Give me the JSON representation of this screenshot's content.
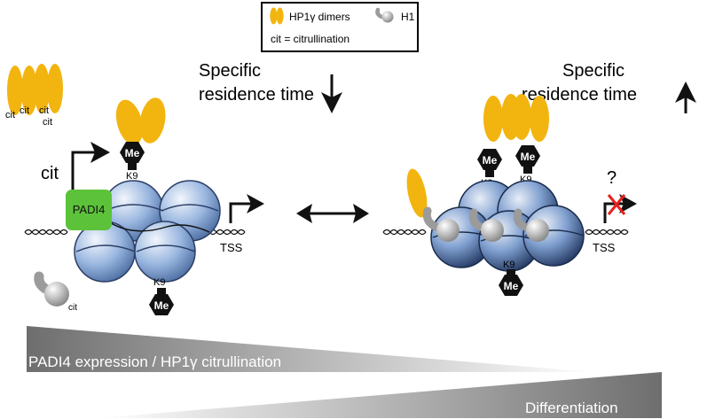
{
  "legend": {
    "hp1_label": "HP1γ dimers",
    "h1_label": "H1",
    "cit_label": "cit = citrullination"
  },
  "left": {
    "residence_line1": "Specific",
    "residence_line2": "residence time",
    "residence_trend": "down",
    "cit_free": "cit",
    "cit_near_arrow": "cit",
    "padi4": "PADI4",
    "me": "Me",
    "k9": "K9",
    "tss": "TSS",
    "h1_cit": "cit"
  },
  "right": {
    "residence_line1": "Specific",
    "residence_line2": "residence time",
    "residence_trend": "up",
    "me": "Me",
    "k9": "K9",
    "question": "?",
    "tss": "TSS"
  },
  "gradients": {
    "top_label": "PADI4 expression / HP1γ  citrullination",
    "bottom_label": "Differentiation"
  },
  "colors": {
    "hp1": "#f2b40f",
    "padi4": "#5cc23a",
    "nucleosome": "#8fb3e2",
    "h1": "#c8c8c8",
    "block_x": "#e8201c"
  }
}
